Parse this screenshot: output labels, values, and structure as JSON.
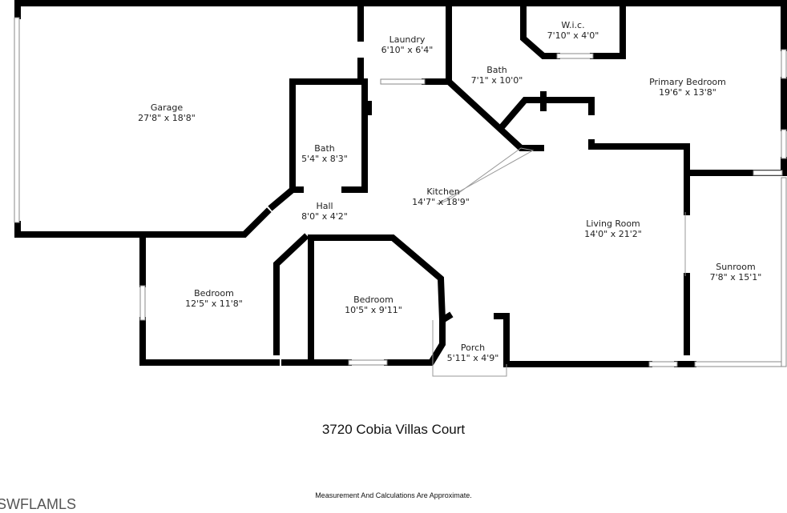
{
  "rooms": [
    {
      "name": "Garage",
      "dims": "27'8\" x 18'8\""
    },
    {
      "name": "Laundry",
      "dims": "6'10\" x 6'4\""
    },
    {
      "name": "Bath",
      "dims": "7'1\" x 10'0\""
    },
    {
      "name": "W.i.c.",
      "dims": "7'10\" x 4'0\""
    },
    {
      "name": "Primary Bedroom",
      "dims": "19'6\" x 13'8\""
    },
    {
      "name": "Bath",
      "dims": "5'4\" x 8'3\""
    },
    {
      "name": "Kitchen",
      "dims": "14'7\" x 18'9\""
    },
    {
      "name": "Hall",
      "dims": "8'0\" x 4'2\""
    },
    {
      "name": "Living Room",
      "dims": "14'0\" x 21'2\""
    },
    {
      "name": "Sunroom",
      "dims": "7'8\" x 15'1\""
    },
    {
      "name": "Bedroom",
      "dims": "12'5\" x 11'8\""
    },
    {
      "name": "Bedroom",
      "dims": "10'5\" x 9'11\""
    },
    {
      "name": "Porch",
      "dims": "5'11\" x 4'9\""
    }
  ],
  "address": "3720 Cobia Villas Court",
  "disclaimer": "Measurement And Calculations Are Approximate.",
  "watermark": "SWFLAMLS"
}
